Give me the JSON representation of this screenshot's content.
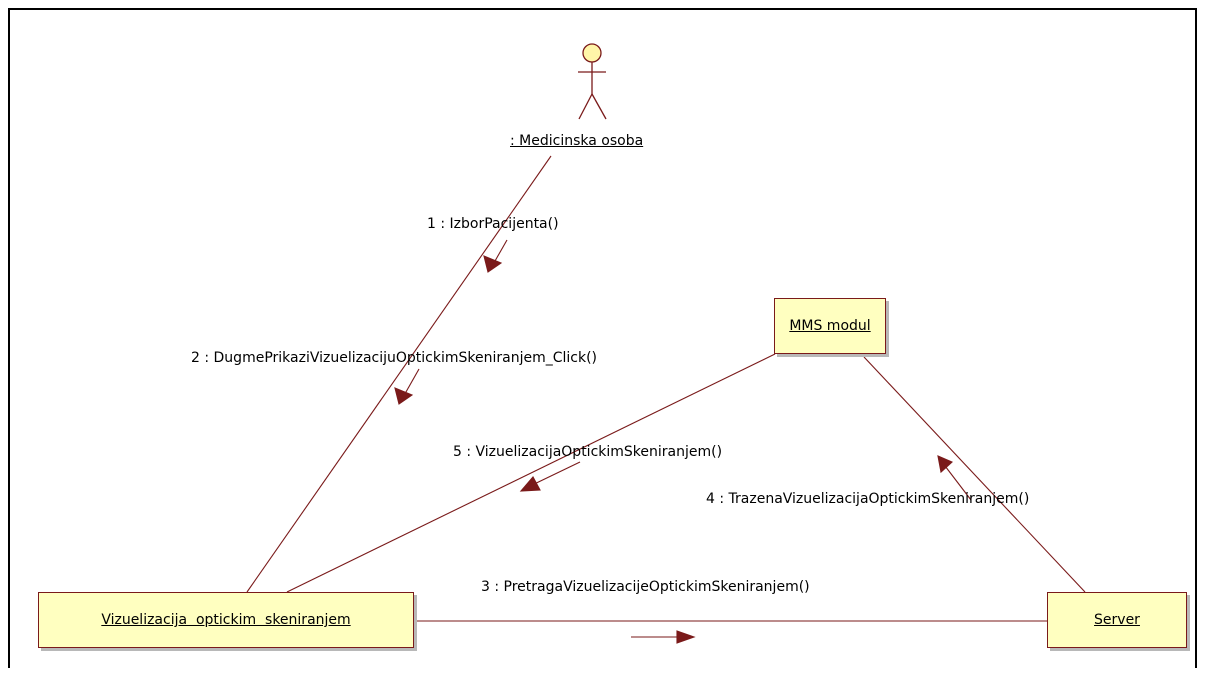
{
  "actor": {
    "label": ": Medicinska osoba"
  },
  "objects": {
    "mms": "MMS modul",
    "viz": "Vizuelizacija  optickim  skeniranjem",
    "server": "Server"
  },
  "messages": [
    "1 : IzborPacijenta()",
    "2 : DugmePrikaziVizuelizacijuOptickimSkeniranjem_Click()",
    "3 : PretragaVizuelizacijeOptickimSkeniranjem()",
    "4 : TrazenaVizuelizacijaOptickimSkeniranjem()",
    "5 : VizuelizacijaOptickimSkeniranjem()"
  ],
  "colors": {
    "line": "#7a1a1a",
    "node_fill": "#ffffc0",
    "actor_head": "#fff5a8"
  }
}
